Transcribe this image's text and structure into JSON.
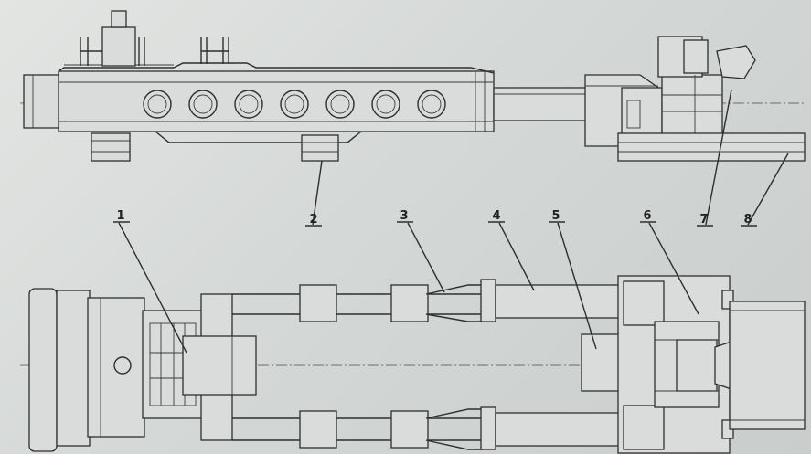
{
  "callouts": [
    {
      "id": "1",
      "text": "1"
    },
    {
      "id": "2",
      "text": "2"
    },
    {
      "id": "3",
      "text": "3"
    },
    {
      "id": "4",
      "text": "4"
    },
    {
      "id": "5",
      "text": "5"
    },
    {
      "id": "6",
      "text": "6"
    },
    {
      "id": "7",
      "text": "7"
    },
    {
      "id": "8",
      "text": "8"
    }
  ],
  "colors": {
    "paper": "#dcdfdd",
    "ink": "#2e2f30"
  }
}
